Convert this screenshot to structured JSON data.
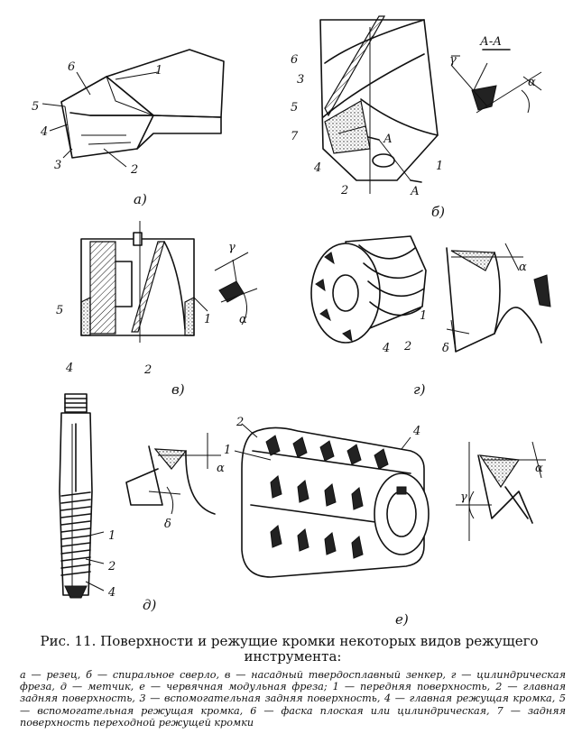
{
  "figure": {
    "panels": {
      "a": {
        "caption": "а)",
        "labels": [
          "1",
          "2",
          "3",
          "4",
          "5",
          "6"
        ]
      },
      "b": {
        "caption": "б)",
        "labels": [
          "1",
          "2",
          "3",
          "4",
          "5",
          "6",
          "7"
        ],
        "section_title": "А-А",
        "section_marks": [
          "А",
          "А"
        ],
        "angles": [
          "γ",
          "α"
        ]
      },
      "c": {
        "caption": "в)",
        "labels": [
          "1",
          "2",
          "4",
          "5"
        ],
        "angles": [
          "γ",
          "α"
        ]
      },
      "d": {
        "caption": "г)",
        "labels": [
          "1",
          "2",
          "4"
        ],
        "angles": [
          "α",
          "δ"
        ]
      },
      "e": {
        "caption": "д)",
        "labels": [
          "1",
          "2",
          "4"
        ],
        "angles": [
          "α",
          "δ"
        ]
      },
      "f": {
        "caption": "е)",
        "labels": [
          "1",
          "2",
          "4"
        ],
        "angles": [
          "α",
          "γ"
        ]
      }
    }
  },
  "caption": {
    "title": "Рис. 11. Поверхности и режущие кромки некоторых видов режущего инструмента:",
    "legend": "а — резец, б — спиральное сверло, в — насадный твердосплавный зенкер, г — цилиндрическая фреза, д — метчик, е — червячная модульная фреза; 1 — передняя поверхность, 2 — главная задняя поверхность, 3 — вспомогательная задняя поверхность, 4 — главная режущая кромка, 5 — вспомогательная режущая кромка, 6 — фаска плоская или цилиндрическая, 7 — задняя поверхность переходной режущей кромки"
  }
}
